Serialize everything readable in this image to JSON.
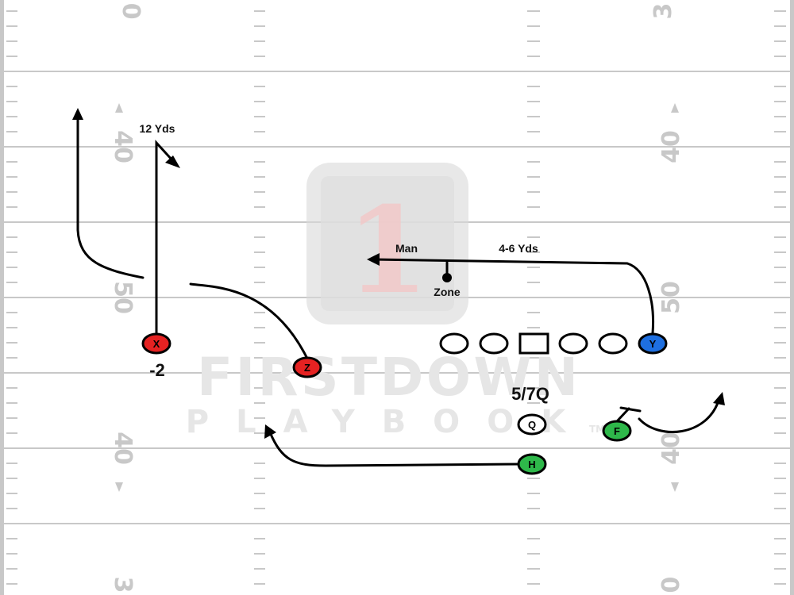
{
  "field": {
    "yard_numbers": {
      "top_left": "0",
      "top_right": "3",
      "left_upper": "40",
      "right_upper": "40",
      "left_mid": "50",
      "right_mid": "50",
      "left_lower": "40",
      "right_lower": "40",
      "bottom_left": "3",
      "bottom_right": "0"
    }
  },
  "watermark": {
    "line1": "FIRSTDOWN",
    "line2": "PLAYBOOK",
    "tm": "TM",
    "logo_digit": "1"
  },
  "annotations": {
    "twelve_yds": "12 Yds",
    "four_six_yds": "4-6 Yds",
    "man": "Man",
    "zone": "Zone",
    "minus_two": "-2",
    "protection": "5/7Q"
  },
  "players": {
    "x": {
      "label": "X",
      "color": "#e52222"
    },
    "z": {
      "label": "Z",
      "color": "#e52222"
    },
    "y": {
      "label": "Y",
      "color": "#1e6fe0"
    },
    "q": {
      "label": "Q",
      "color": "#ffffff"
    },
    "f": {
      "label": "F",
      "color": "#2eb84a"
    },
    "h": {
      "label": "H",
      "color": "#2eb84a"
    }
  }
}
